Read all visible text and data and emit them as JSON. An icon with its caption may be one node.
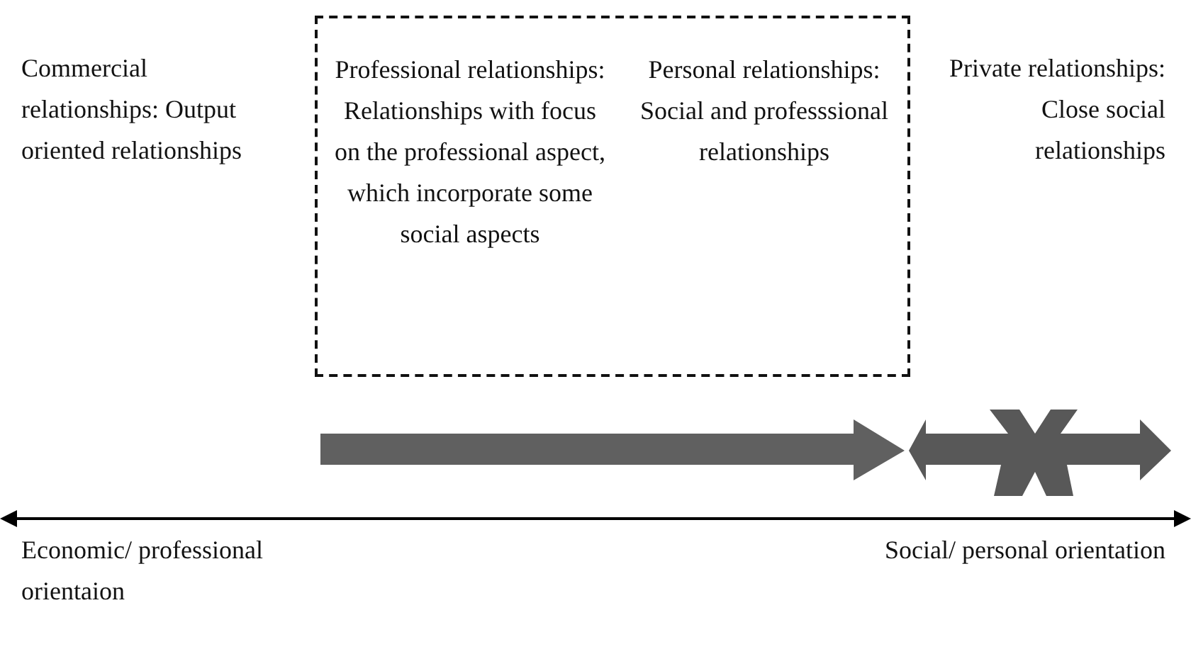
{
  "diagram": {
    "nodes": [
      {
        "text": [
          "Professional relationships: Relationships with focus on the professional aspect, which incorporate some social aspects",
          "Personal relationships: Social and professsional relationships"
        ]
      }
    ],
    "labels": [
      "Commercial relationships: Output oriented relationships",
      "Private relationships: Close social relationships",
      "Economic/ professional orientaion",
      "Social/ personal orientation"
    ]
  }
}
